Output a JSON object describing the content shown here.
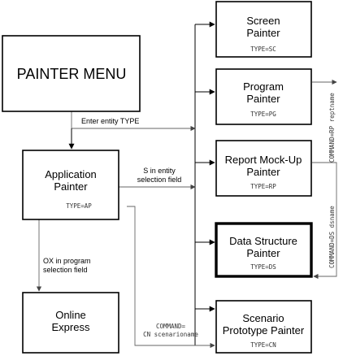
{
  "boxes": {
    "painter_menu": {
      "title": "PAINTER  MENU"
    },
    "screen_painter": {
      "line1": "Screen",
      "line2": "Painter",
      "type": "TYPE=SC"
    },
    "program_painter": {
      "line1": "Program",
      "line2": "Painter",
      "type": "TYPE=PG"
    },
    "report_painter": {
      "line1": "Report Mock-Up",
      "line2": "Painter",
      "type": "TYPE=RP"
    },
    "data_structure_painter": {
      "line1": "Data Structure",
      "line2": "Painter",
      "type": "TYPE=DS"
    },
    "scenario_painter": {
      "line1": "Scenario",
      "line2": "Prototype Painter",
      "type": "TYPE=CN"
    },
    "application_painter": {
      "line1": "Application",
      "line2": "Painter",
      "type": "TYPE=AP"
    },
    "online_express": {
      "line1": "Online",
      "line2": "Express"
    }
  },
  "labels": {
    "enter_entity_type": "Enter entity TYPE",
    "s_in_entity_1": "S in entity",
    "s_in_entity_2": "selection field",
    "ox_1": "OX in program",
    "ox_2": "selection field",
    "command_cn_1": "COMMAND=",
    "command_cn_2": "CN scenarioname",
    "command_rp": "COMMAND=RP reptname",
    "command_ds": "COMMAND=DS dsname"
  }
}
